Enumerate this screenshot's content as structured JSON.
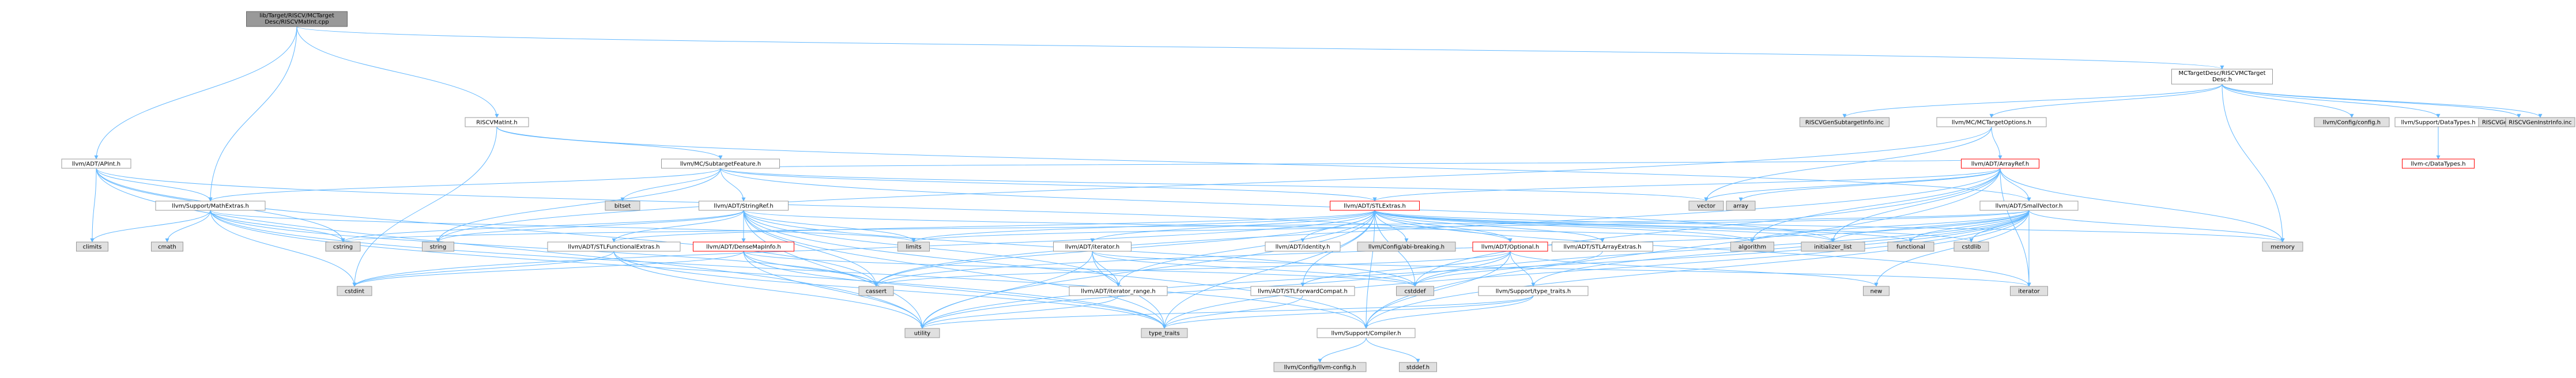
{
  "graph": {
    "colors": {
      "edge": "#63B8FF",
      "root_fill": "#999999",
      "root_stroke": "#666666",
      "node_fill": "#ffffff",
      "node_stroke": "#999999",
      "sys_fill": "#e0e0e0",
      "sys_stroke": "#999999",
      "red_stroke": "#ff0000"
    },
    "nodes": [
      {
        "id": "root",
        "lines": [
          "lib/Target/RISCV/MCTarget",
          "Desc/RISCVMatInt.cpp"
        ],
        "kind": "root"
      },
      {
        "id": "desc",
        "lines": [
          "MCTargetDesc/RISCVMCTarget",
          "Desc.h"
        ],
        "kind": "node"
      },
      {
        "id": "apint",
        "lines": [
          "llvm/ADT/APInt.h"
        ],
        "kind": "node"
      },
      {
        "id": "matint",
        "lines": [
          "RISCVMatInt.h"
        ],
        "kind": "node"
      },
      {
        "id": "subtargetinfo",
        "lines": [
          "RISCVGenSubtargetInfo.inc"
        ],
        "kind": "sys"
      },
      {
        "id": "targetopts",
        "lines": [
          "llvm/MC/MCTargetOptions.h"
        ],
        "kind": "node"
      },
      {
        "id": "configh",
        "lines": [
          "llvm/Config/config.h"
        ],
        "kind": "sys"
      },
      {
        "id": "datatypes",
        "lines": [
          "llvm/Support/DataTypes.h"
        ],
        "kind": "node"
      },
      {
        "id": "reginfo",
        "lines": [
          "RISCVGenRegisterInfo.inc"
        ],
        "kind": "sys"
      },
      {
        "id": "instrinfo",
        "lines": [
          "RISCVGenInstrInfo.inc"
        ],
        "kind": "sys"
      },
      {
        "id": "cdatatypes",
        "lines": [
          "llvm-c/DataTypes.h"
        ],
        "kind": "red"
      },
      {
        "id": "arrayref",
        "lines": [
          "llvm/ADT/ArrayRef.h"
        ],
        "kind": "red"
      },
      {
        "id": "subfeature",
        "lines": [
          "llvm/MC/SubtargetFeature.h"
        ],
        "kind": "node"
      },
      {
        "id": "mathextras",
        "lines": [
          "llvm/Support/MathExtras.h"
        ],
        "kind": "node"
      },
      {
        "id": "bitset",
        "lines": [
          "bitset"
        ],
        "kind": "sys"
      },
      {
        "id": "stringref",
        "lines": [
          "llvm/ADT/StringRef.h"
        ],
        "kind": "node"
      },
      {
        "id": "stlextras",
        "lines": [
          "llvm/ADT/STLExtras.h"
        ],
        "kind": "red"
      },
      {
        "id": "vector",
        "lines": [
          "vector"
        ],
        "kind": "sys"
      },
      {
        "id": "array",
        "lines": [
          "array"
        ],
        "kind": "sys"
      },
      {
        "id": "smallvector",
        "lines": [
          "llvm/ADT/SmallVector.h"
        ],
        "kind": "node"
      },
      {
        "id": "climits",
        "lines": [
          "climits"
        ],
        "kind": "sys"
      },
      {
        "id": "cmath",
        "lines": [
          "cmath"
        ],
        "kind": "sys"
      },
      {
        "id": "cstring",
        "lines": [
          "cstring"
        ],
        "kind": "sys"
      },
      {
        "id": "string",
        "lines": [
          "string"
        ],
        "kind": "sys"
      },
      {
        "id": "limits",
        "lines": [
          "limits"
        ],
        "kind": "sys"
      },
      {
        "id": "stlfunc",
        "lines": [
          "llvm/ADT/STLFunctionalExtras.h"
        ],
        "kind": "node"
      },
      {
        "id": "densemap",
        "lines": [
          "llvm/ADT/DenseMapInfo.h"
        ],
        "kind": "red"
      },
      {
        "id": "iterator",
        "lines": [
          "llvm/ADT/iterator.h"
        ],
        "kind": "node"
      },
      {
        "id": "identity",
        "lines": [
          "llvm/ADT/identity.h"
        ],
        "kind": "node"
      },
      {
        "id": "abibreaking",
        "lines": [
          "llvm/Config/abi-breaking.h"
        ],
        "kind": "sys"
      },
      {
        "id": "optional",
        "lines": [
          "llvm/ADT/Optional.h"
        ],
        "kind": "red"
      },
      {
        "id": "stlarray",
        "lines": [
          "llvm/ADT/STLArrayExtras.h"
        ],
        "kind": "node"
      },
      {
        "id": "algorithm",
        "lines": [
          "algorithm"
        ],
        "kind": "sys"
      },
      {
        "id": "initlist",
        "lines": [
          "initializer_list"
        ],
        "kind": "sys"
      },
      {
        "id": "functional",
        "lines": [
          "functional"
        ],
        "kind": "sys"
      },
      {
        "id": "cstdlib",
        "lines": [
          "cstdlib"
        ],
        "kind": "sys"
      },
      {
        "id": "memory",
        "lines": [
          "memory"
        ],
        "kind": "sys"
      },
      {
        "id": "cstdint",
        "lines": [
          "cstdint"
        ],
        "kind": "sys"
      },
      {
        "id": "cassert",
        "lines": [
          "cassert"
        ],
        "kind": "sys"
      },
      {
        "id": "iterrange",
        "lines": [
          "llvm/ADT/iterator_range.h"
        ],
        "kind": "node"
      },
      {
        "id": "stlforward",
        "lines": [
          "llvm/ADT/STLForwardCompat.h"
        ],
        "kind": "node"
      },
      {
        "id": "cstddef",
        "lines": [
          "cstddef"
        ],
        "kind": "sys"
      },
      {
        "id": "typetraitsh",
        "lines": [
          "llvm/Support/type_traits.h"
        ],
        "kind": "node"
      },
      {
        "id": "new",
        "lines": [
          "new"
        ],
        "kind": "sys"
      },
      {
        "id": "iteratorstd",
        "lines": [
          "iterator"
        ],
        "kind": "sys"
      },
      {
        "id": "utility",
        "lines": [
          "utility"
        ],
        "kind": "sys"
      },
      {
        "id": "typetraits",
        "lines": [
          "type_traits"
        ],
        "kind": "sys"
      },
      {
        "id": "compiler",
        "lines": [
          "llvm/Support/Compiler.h"
        ],
        "kind": "node"
      },
      {
        "id": "llvmconfig",
        "lines": [
          "llvm/Config/llvm-config.h"
        ],
        "kind": "sys"
      },
      {
        "id": "stddef",
        "lines": [
          "stddef.h"
        ],
        "kind": "sys"
      }
    ],
    "edges": [
      [
        "root",
        "desc"
      ],
      [
        "root",
        "apint"
      ],
      [
        "root",
        "matint"
      ],
      [
        "root",
        "mathextras"
      ],
      [
        "desc",
        "subtargetinfo"
      ],
      [
        "desc",
        "targetopts"
      ],
      [
        "desc",
        "configh"
      ],
      [
        "desc",
        "datatypes"
      ],
      [
        "desc",
        "reginfo"
      ],
      [
        "desc",
        "instrinfo"
      ],
      [
        "desc",
        "memory"
      ],
      [
        "datatypes",
        "cdatatypes"
      ],
      [
        "targetopts",
        "arrayref"
      ],
      [
        "targetopts",
        "string"
      ],
      [
        "targetopts",
        "vector"
      ],
      [
        "matint",
        "subfeature"
      ],
      [
        "matint",
        "smallvector"
      ],
      [
        "matint",
        "cstdint"
      ],
      [
        "apint",
        "mathextras"
      ],
      [
        "apint",
        "cassert"
      ],
      [
        "apint",
        "climits"
      ],
      [
        "apint",
        "cstring"
      ],
      [
        "apint",
        "utility"
      ],
      [
        "apint",
        "optional"
      ],
      [
        "subfeature",
        "arrayref"
      ],
      [
        "subfeature",
        "stlextras"
      ],
      [
        "subfeature",
        "stringref"
      ],
      [
        "subfeature",
        "mathextras"
      ],
      [
        "subfeature",
        "bitset"
      ],
      [
        "subfeature",
        "string"
      ],
      [
        "subfeature",
        "vector"
      ],
      [
        "subfeature",
        "initlist"
      ],
      [
        "arrayref",
        "stlextras"
      ],
      [
        "arrayref",
        "smallvector"
      ],
      [
        "arrayref",
        "compiler"
      ],
      [
        "arrayref",
        "algorithm"
      ],
      [
        "arrayref",
        "array"
      ],
      [
        "arrayref",
        "cassert"
      ],
      [
        "arrayref",
        "cstddef"
      ],
      [
        "arrayref",
        "initlist"
      ],
      [
        "arrayref",
        "iteratorstd"
      ],
      [
        "arrayref",
        "memory"
      ],
      [
        "arrayref",
        "type_traits_dummy"
      ],
      [
        "arrayref",
        "vector"
      ],
      [
        "mathextras",
        "compiler"
      ],
      [
        "mathextras",
        "cassert"
      ],
      [
        "mathextras",
        "climits"
      ],
      [
        "mathextras",
        "cmath"
      ],
      [
        "mathextras",
        "cstdint"
      ],
      [
        "mathextras",
        "cstring"
      ],
      [
        "mathextras",
        "limits"
      ],
      [
        "mathextras",
        "typetraits"
      ],
      [
        "stringref",
        "stlfunc"
      ],
      [
        "stringref",
        "densemap"
      ],
      [
        "stringref",
        "iterrange"
      ],
      [
        "stringref",
        "compiler"
      ],
      [
        "stringref",
        "algorithm"
      ],
      [
        "stringref",
        "cassert"
      ],
      [
        "stringref",
        "cstddef"
      ],
      [
        "stringref",
        "cstring"
      ],
      [
        "stringref",
        "limits"
      ],
      [
        "stringref",
        "string"
      ],
      [
        "stringref",
        "typetraits"
      ],
      [
        "stringref",
        "utility"
      ],
      [
        "stlextras",
        "stlarray"
      ],
      [
        "stlextras",
        "stlforward"
      ],
      [
        "stlextras",
        "iterator"
      ],
      [
        "stlextras",
        "iterrange"
      ],
      [
        "stlextras",
        "identity"
      ],
      [
        "stlextras",
        "optional"
      ],
      [
        "stlextras",
        "abibreaking"
      ],
      [
        "stlextras",
        "compiler"
      ],
      [
        "stlextras",
        "algorithm"
      ],
      [
        "stlextras",
        "cassert"
      ],
      [
        "stlextras",
        "cstddef"
      ],
      [
        "stlextras",
        "cstdint"
      ],
      [
        "stlextras",
        "cstdlib"
      ],
      [
        "stlextras",
        "functional"
      ],
      [
        "stlextras",
        "initlist"
      ],
      [
        "stlextras",
        "iteratorstd"
      ],
      [
        "stlextras",
        "limits"
      ],
      [
        "stlextras",
        "memory"
      ],
      [
        "stlextras",
        "tuple_dummy"
      ],
      [
        "stlextras",
        "typetraits"
      ],
      [
        "stlextras",
        "utility"
      ],
      [
        "smallvector",
        "compiler"
      ],
      [
        "smallvector",
        "typetraitsh"
      ],
      [
        "smallvector",
        "algorithm"
      ],
      [
        "smallvector",
        "cassert"
      ],
      [
        "smallvector",
        "cstddef"
      ],
      [
        "smallvector",
        "cstdlib"
      ],
      [
        "smallvector",
        "cstring"
      ],
      [
        "smallvector",
        "functional"
      ],
      [
        "smallvector",
        "initlist"
      ],
      [
        "smallvector",
        "iteratorstd"
      ],
      [
        "smallvector",
        "limits"
      ],
      [
        "smallvector",
        "memory"
      ],
      [
        "smallvector",
        "new"
      ],
      [
        "smallvector",
        "typetraits"
      ],
      [
        "smallvector",
        "utility"
      ],
      [
        "stlfunc",
        "stlextras"
      ],
      [
        "stlfunc",
        "cstdint"
      ],
      [
        "stlfunc",
        "typetraits"
      ],
      [
        "stlfunc",
        "utility"
      ],
      [
        "densemap",
        "cassert"
      ],
      [
        "densemap",
        "cstddef"
      ],
      [
        "densemap",
        "cstdint"
      ],
      [
        "densemap",
        "utility"
      ],
      [
        "densemap",
        "typetraits"
      ],
      [
        "iterator",
        "iterrange"
      ],
      [
        "iterator",
        "cstddef"
      ],
      [
        "iterator",
        "iteratorstd"
      ],
      [
        "iterator",
        "typetraits"
      ],
      [
        "iterator",
        "utility"
      ],
      [
        "iterrange",
        "utility"
      ],
      [
        "optional",
        "compiler"
      ],
      [
        "optional",
        "typetraitsh"
      ],
      [
        "optional",
        "stlforward"
      ],
      [
        "optional",
        "cassert"
      ],
      [
        "optional",
        "new"
      ],
      [
        "optional",
        "utility"
      ],
      [
        "stlarray",
        "cstddef"
      ],
      [
        "stlforward",
        "typetraits"
      ],
      [
        "typetraitsh",
        "compiler"
      ],
      [
        "typetraitsh",
        "typetraits"
      ],
      [
        "typetraitsh",
        "utility"
      ],
      [
        "compiler",
        "llvmconfig"
      ],
      [
        "compiler",
        "stddef"
      ]
    ]
  }
}
